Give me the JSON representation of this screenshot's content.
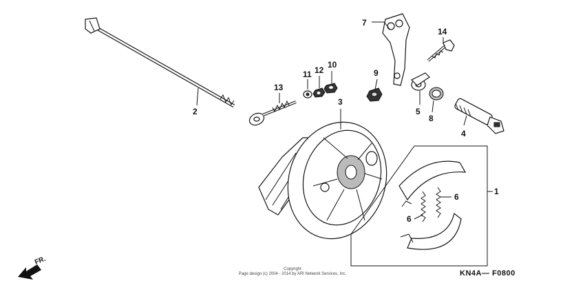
{
  "callouts": {
    "c1": "1",
    "c2": "2",
    "c3": "3",
    "c4": "4",
    "c5": "5",
    "c6a": "6",
    "c6b": "6",
    "c7": "7",
    "c8": "8",
    "c9": "9",
    "c10": "10",
    "c11": "11",
    "c12": "12",
    "c13": "13",
    "c14": "14"
  },
  "direction_label": "FR.",
  "copyright": {
    "line1": "Copyright",
    "line2": "Page design (c) 2004 - 2014 by ARI Network Services, Inc."
  },
  "diagram_code": "KN4A— F0800"
}
